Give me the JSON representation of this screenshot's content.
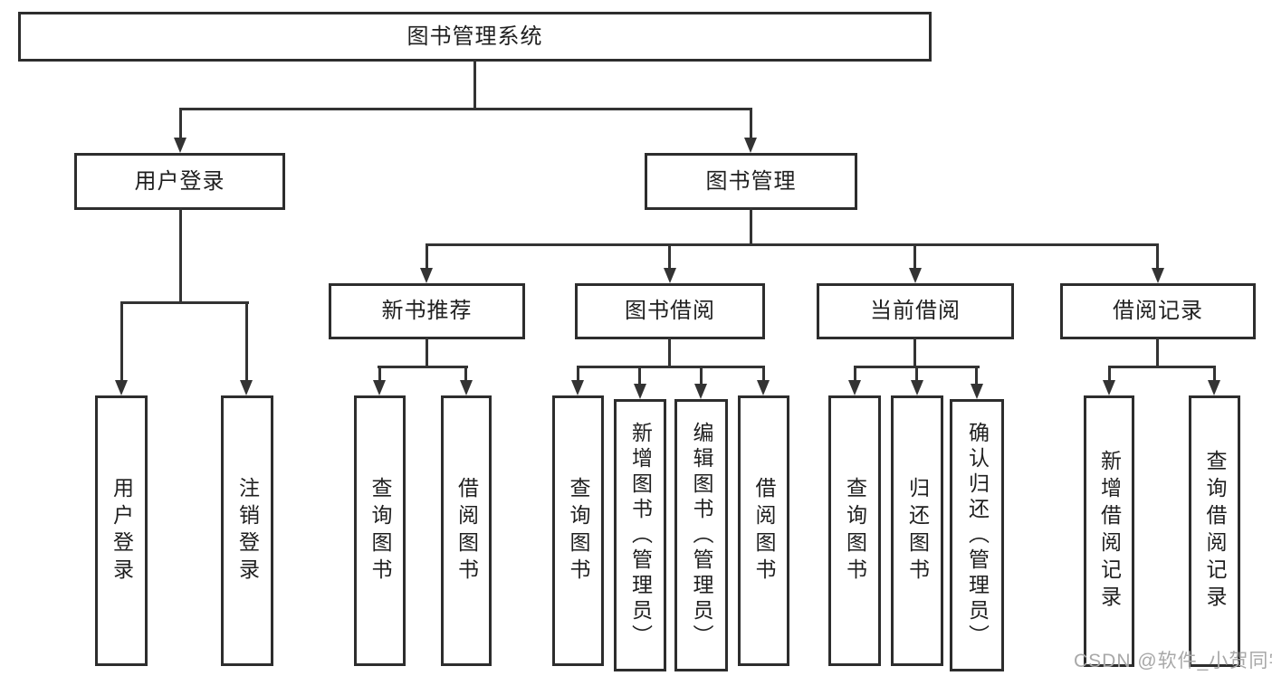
{
  "diagram": {
    "root": {
      "label": "图书管理系统"
    },
    "level2": {
      "user_login": {
        "label": "用户登录"
      },
      "book_management": {
        "label": "图书管理"
      }
    },
    "level3": {
      "new_book_recommend": {
        "label": "新书推荐"
      },
      "book_borrow": {
        "label": "图书借阅"
      },
      "current_borrow": {
        "label": "当前借阅"
      },
      "borrow_records": {
        "label": "借阅记录"
      }
    },
    "leaves": {
      "login_user_login": {
        "label": "用户登录"
      },
      "login_logout": {
        "label": "注销登录"
      },
      "nb_query_books": {
        "label": "查询图书"
      },
      "nb_borrow_books": {
        "label": "借阅图书"
      },
      "bb_query_books": {
        "label": "查询图书"
      },
      "bb_add_books_admin": {
        "label": "新增图书（管理员）"
      },
      "bb_edit_books_admin": {
        "label": "编辑图书（管理员）"
      },
      "bb_borrow_books": {
        "label": "借阅图书"
      },
      "cb_query_books": {
        "label": "查询图书"
      },
      "cb_return_books": {
        "label": "归还图书"
      },
      "cb_confirm_return_admin": {
        "label": "确认归还（管理员）"
      },
      "br_add_record": {
        "label": "新增借阅记录"
      },
      "br_query_record": {
        "label": "查询借阅记录"
      }
    },
    "watermark": "CSDN @软件_小贺同学"
  },
  "colors": {
    "background": "#ffffff",
    "line": "#333333",
    "box_border": "#2d2d2d",
    "text": "#1f1f1f",
    "watermark": "#a8a8a8"
  }
}
